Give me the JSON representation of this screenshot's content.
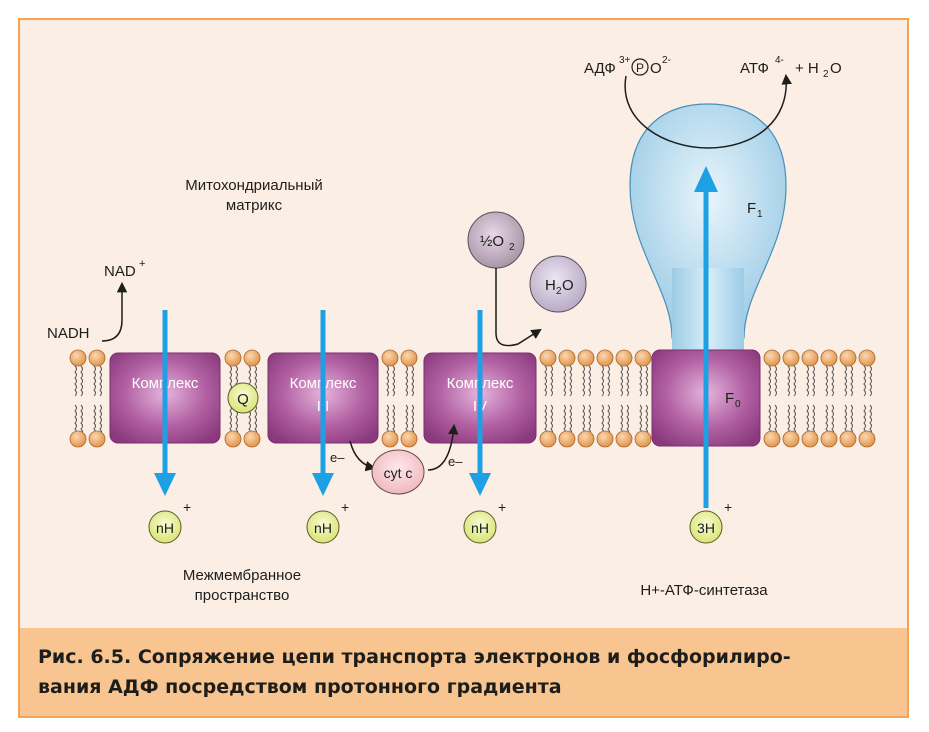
{
  "labels": {
    "matrix_line1": "Митохондриальный",
    "matrix_line2": "матрикс",
    "intermembrane_line1": "Межмембранное",
    "intermembrane_line2": "пространство",
    "synthase": "H+-АТФ-синтетаза",
    "nadh": "NADH",
    "nad": "NAD",
    "nad_charge": "+",
    "complex_word": "Комплекс",
    "complex1_num": "I",
    "complex3_num": "III",
    "complex4_num": "IV",
    "q": "Q",
    "cytc": "cyt c",
    "electron1": "e–",
    "electron2": "e–",
    "o2_half": "½O",
    "o2_sub": "2",
    "h2o_h": "H",
    "h2o_sub": "2",
    "h2o_o": "O",
    "nh": "nH",
    "nh_charge": "+",
    "h3": "3H",
    "h3_charge": "+",
    "adp": "АДФ",
    "adp_charge": "3+",
    "phosphate": "P",
    "phosphate_o": "O",
    "phosphate_charge": "2-",
    "atp": "АТФ",
    "atp_charge": "4-",
    "atp_plus_h2o": "+ H",
    "atp_h2o_sub": "2",
    "atp_h2o_o": "O",
    "f1": "F",
    "f1_sub": "1",
    "f0": "F",
    "f0_sub": "0"
  },
  "caption": {
    "line1": "Рис. 6.5. Сопряжение цепи транспорта электронов и фосфорилиро-",
    "line2": "вания АДФ посредством протонного градиента"
  },
  "colors": {
    "background": "#fbeee4",
    "border": "#f3a458",
    "caption_bg": "#f8c48f",
    "complex": "#a14f93",
    "proton_ball": "#e6ee8f",
    "arrow_blue": "#1ea0e4",
    "synthase_head": "#b5dcef",
    "lipid_head": "#efb178"
  }
}
